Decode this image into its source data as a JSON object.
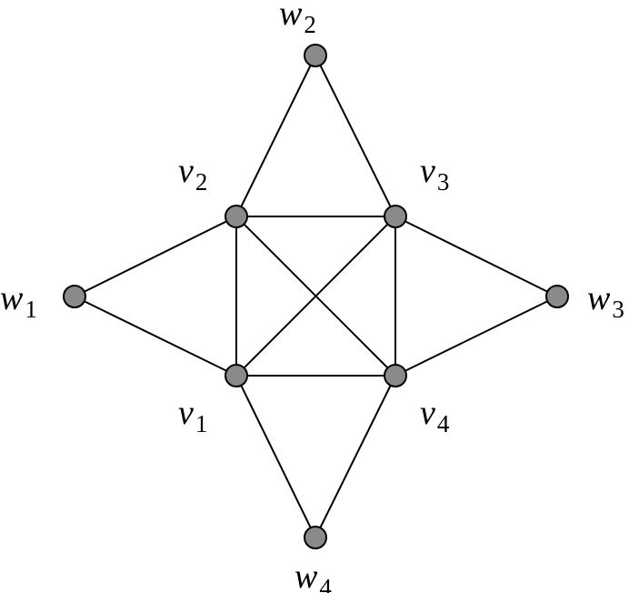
{
  "colors": {
    "background": "#ffffff",
    "node_fill": "#8a8a8a",
    "stroke": "#000000"
  },
  "nodes": [
    {
      "id": "v1",
      "letter": "v",
      "index": "1"
    },
    {
      "id": "v2",
      "letter": "v",
      "index": "2"
    },
    {
      "id": "v3",
      "letter": "v",
      "index": "3"
    },
    {
      "id": "v4",
      "letter": "v",
      "index": "4"
    },
    {
      "id": "w1",
      "letter": "w",
      "index": "1"
    },
    {
      "id": "w2",
      "letter": "w",
      "index": "2"
    },
    {
      "id": "w3",
      "letter": "w",
      "index": "3"
    },
    {
      "id": "w4",
      "letter": "w",
      "index": "4"
    }
  ],
  "edges": [
    [
      "v1",
      "v2"
    ],
    [
      "v1",
      "v3"
    ],
    [
      "v1",
      "v4"
    ],
    [
      "v2",
      "v3"
    ],
    [
      "v2",
      "v4"
    ],
    [
      "v3",
      "v4"
    ],
    [
      "w1",
      "v1"
    ],
    [
      "w1",
      "v2"
    ],
    [
      "w2",
      "v2"
    ],
    [
      "w2",
      "v3"
    ],
    [
      "w3",
      "v3"
    ],
    [
      "w3",
      "v4"
    ],
    [
      "w4",
      "v1"
    ],
    [
      "w4",
      "v4"
    ]
  ]
}
